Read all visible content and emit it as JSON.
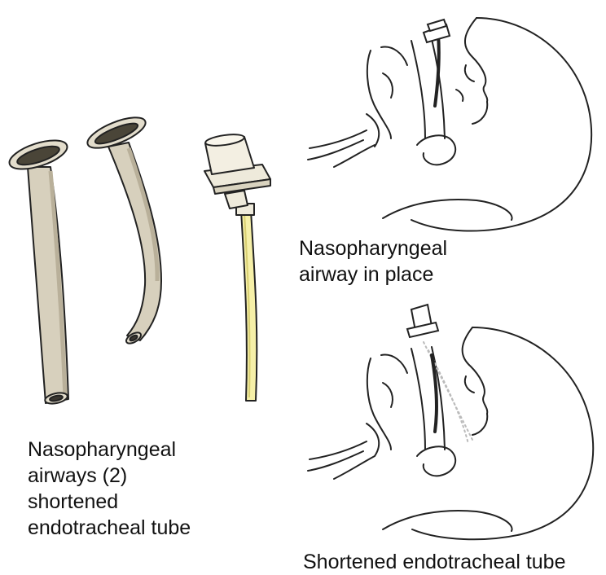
{
  "captions": {
    "devices": {
      "line1": "Nasopharyngeal",
      "line2": "airways (2)",
      "line3": "shortened",
      "line4": "endotracheal tube"
    },
    "nasopharyngeal_in_place": {
      "line1": "Nasopharyngeal",
      "line2": "airway in place"
    },
    "endotracheal_in_place": {
      "line1": "Shortened endotracheal tube"
    }
  },
  "colors": {
    "airway_tube": "#d7d0bd",
    "airway_shadow": "#b9b09a",
    "endotracheal_tube": "#f6f0a8",
    "connector": "#eeeadb",
    "line_art": "#222222"
  }
}
